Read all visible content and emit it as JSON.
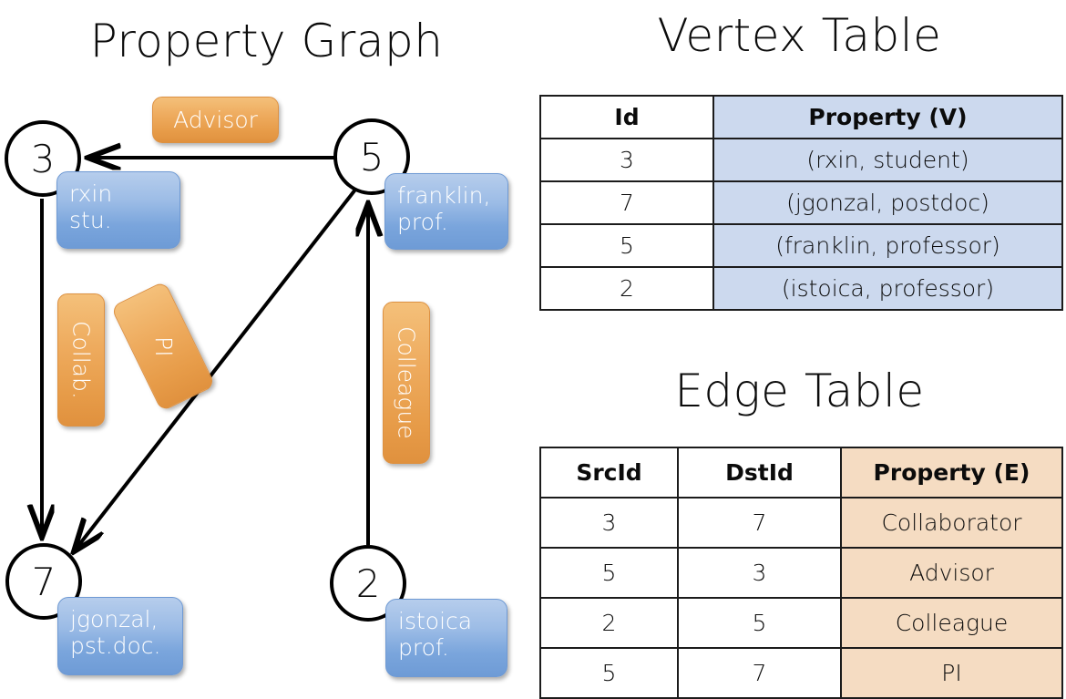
{
  "titles": {
    "property_graph": "Property Graph",
    "vertex_table": "Vertex Table",
    "edge_table": "Edge Table"
  },
  "graph": {
    "nodes": [
      {
        "id": "3",
        "label": "3",
        "property_lines": [
          "rxin",
          "stu."
        ]
      },
      {
        "id": "5",
        "label": "5",
        "property_lines": [
          "franklin,",
          "prof."
        ]
      },
      {
        "id": "7",
        "label": "7",
        "property_lines": [
          "jgonzal,",
          "pst.doc."
        ]
      },
      {
        "id": "2",
        "label": "2",
        "property_lines": [
          "istoica",
          "prof."
        ]
      }
    ],
    "edge_labels": [
      {
        "name": "advisor",
        "text": "Advisor"
      },
      {
        "name": "collab",
        "text": "Collab."
      },
      {
        "name": "pi",
        "text": "PI"
      },
      {
        "name": "colleague",
        "text": "Colleague"
      }
    ]
  },
  "vertex_table": {
    "headers": [
      "Id",
      "Property (V)"
    ],
    "rows": [
      {
        "id": "3",
        "property": "(rxin, student)"
      },
      {
        "id": "7",
        "property": "(jgonzal, postdoc)"
      },
      {
        "id": "5",
        "property": "(franklin, professor)"
      },
      {
        "id": "2",
        "property": "(istoica, professor)"
      }
    ]
  },
  "edge_table": {
    "headers": [
      "SrcId",
      "DstId",
      "Property (E)"
    ],
    "rows": [
      {
        "src": "3",
        "dst": "7",
        "property": "Collaborator"
      },
      {
        "src": "5",
        "dst": "3",
        "property": "Advisor"
      },
      {
        "src": "2",
        "dst": "5",
        "property": "Colleague"
      },
      {
        "src": "5",
        "dst": "7",
        "property": "PI"
      }
    ]
  },
  "colors": {
    "vertex_property_fill": "#ccd9ee",
    "edge_property_fill": "#f5dcc2",
    "vertex_box_blue": "#7aa5dc",
    "edge_label_orange": "#e79c49",
    "stroke": "#000000"
  }
}
